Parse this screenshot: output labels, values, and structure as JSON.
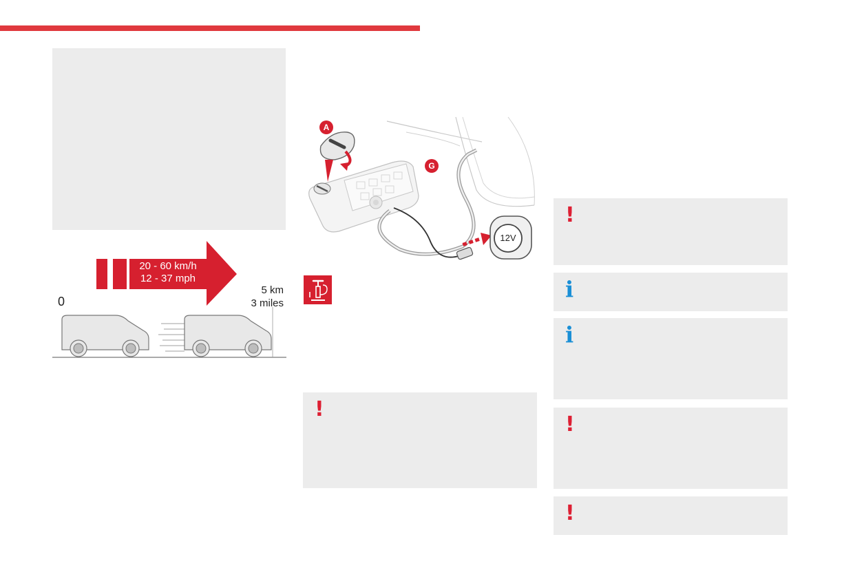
{
  "colors": {
    "accent_red": "#e0393e",
    "warning_red": "#dd1f33",
    "info_blue": "#1a8fd6",
    "panel_gray": "#ececec"
  },
  "speed_graphic": {
    "speed_kmh": "20 - 60 km/h",
    "speed_mph": "12 - 37 mph",
    "start_label": "0",
    "distance_km": "5 km",
    "distance_miles": "3 miles"
  },
  "illustration": {
    "callout_a": "A",
    "callout_g": "G",
    "socket_label": "12V",
    "icons": [
      "compressor-dial-icon",
      "power-socket-icon",
      "tyre-pump-icon"
    ]
  },
  "notes": [
    {
      "type": "warning",
      "symbol": "!"
    },
    {
      "type": "info",
      "symbol": "i"
    },
    {
      "type": "info",
      "symbol": "i"
    },
    {
      "type": "warning",
      "symbol": "!"
    },
    {
      "type": "warning",
      "symbol": "!"
    },
    {
      "type": "warning",
      "symbol": "!"
    }
  ]
}
